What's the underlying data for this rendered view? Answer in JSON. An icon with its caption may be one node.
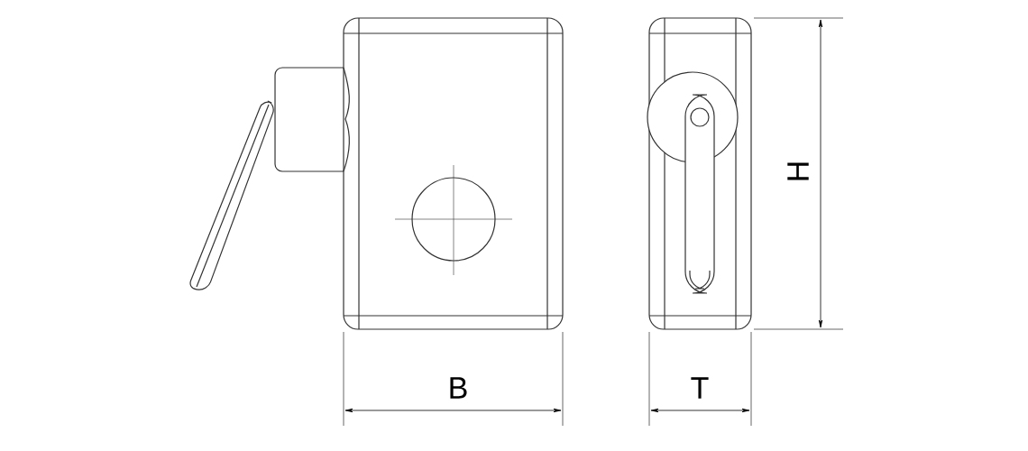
{
  "diagram": {
    "labels": [
      "H",
      "B",
      "T"
    ]
  }
}
